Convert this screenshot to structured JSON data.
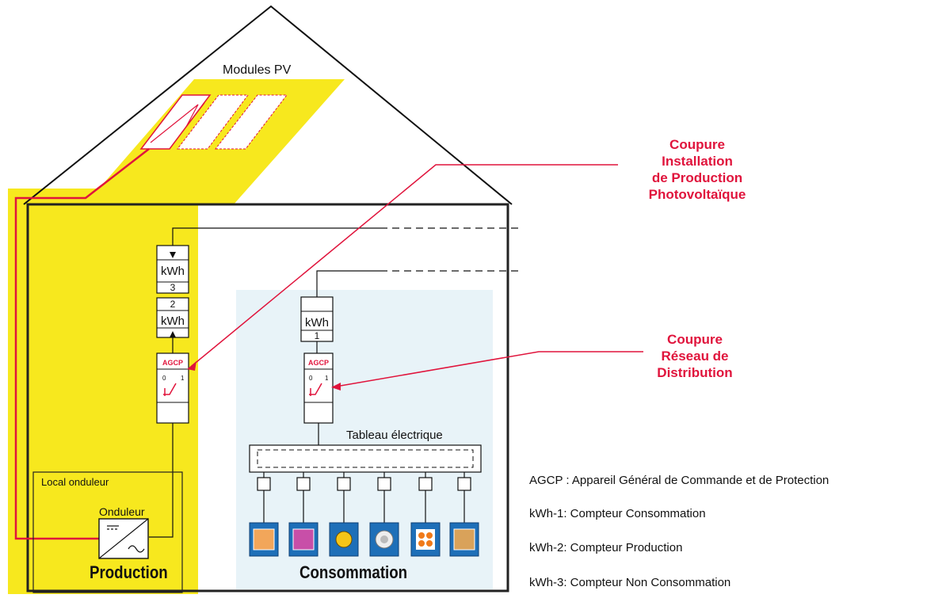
{
  "labels": {
    "modules_pv": "Modules PV",
    "coupure_prod": [
      "Coupure",
      "Installation",
      "de Production",
      "Photovoltaïque"
    ],
    "coupure_reseau": [
      "Coupure",
      "Réseau de",
      "Distribution"
    ],
    "tableau": "Tableau électrique",
    "local_onduleur": "Local onduleur",
    "onduleur": "Onduleur",
    "production": "Production",
    "consommation": "Consommation"
  },
  "meters": {
    "kwh3": {
      "unit": "kWh",
      "num": "3"
    },
    "kwh2": {
      "unit": "kWh",
      "num": "2"
    },
    "kwh1": {
      "unit": "kWh",
      "num": "1"
    }
  },
  "agcp": {
    "label": "AGCP",
    "off": "0",
    "on": "1"
  },
  "legend": [
    "AGCP : Appareil Général de Commande et de Protection",
    "kWh-1: Compteur Consommation",
    "kWh-2: Compteur Production",
    "kWh-3: Compteur Non Consommation"
  ],
  "appliance_icons": [
    "oven-icon",
    "dishwasher-icon",
    "lamp-icon",
    "washing-machine-icon",
    "cooktop-icon",
    "radiator-icon"
  ],
  "colors": {
    "yellow": "#f7e81e",
    "red": "#e0143c",
    "light_blue": "#e8f3f8"
  }
}
